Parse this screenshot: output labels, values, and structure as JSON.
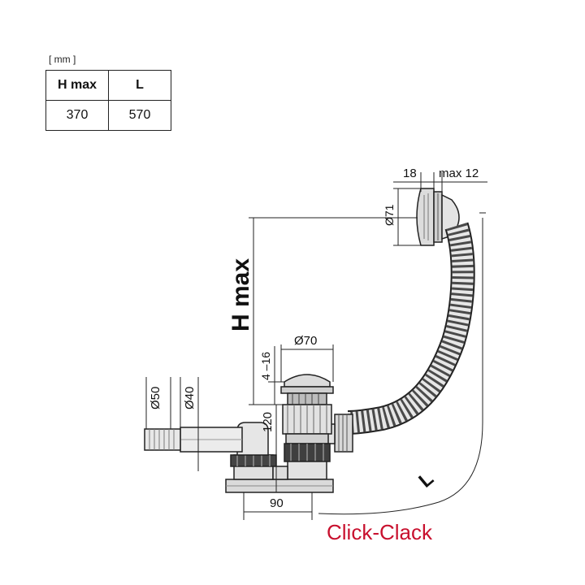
{
  "table": {
    "unit": "[ mm ]",
    "headers": [
      "H max",
      "L"
    ],
    "values": [
      "370",
      "570"
    ]
  },
  "dimensions": {
    "d18": "18",
    "max12": "max 12",
    "d71": "Ø71",
    "hmax": "H max",
    "d70": "Ø70",
    "r4_16": "4 –16",
    "d50": "Ø50",
    "d40": "Ø40",
    "d120": "120",
    "d90": "90",
    "L": "L"
  },
  "brand": {
    "label": "Click-Clack"
  },
  "colors": {
    "brand": "#c8102e",
    "line": "#222222"
  }
}
